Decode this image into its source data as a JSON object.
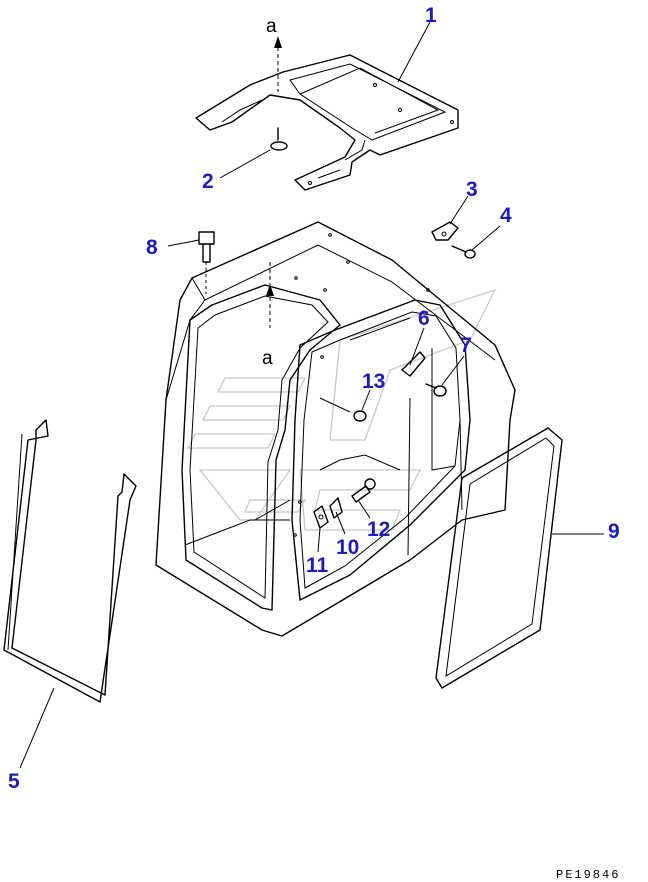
{
  "callouts": [
    "1",
    "2",
    "3",
    "4",
    "5",
    "6",
    "7",
    "8",
    "9",
    "10",
    "11",
    "12",
    "13"
  ],
  "view_arrow_label": "a",
  "drawing_code": "PE19846",
  "watermark_letter": "",
  "colors": {
    "callout": "#1a1ac8",
    "line": "#000000",
    "watermark": "#c8c8c8"
  }
}
